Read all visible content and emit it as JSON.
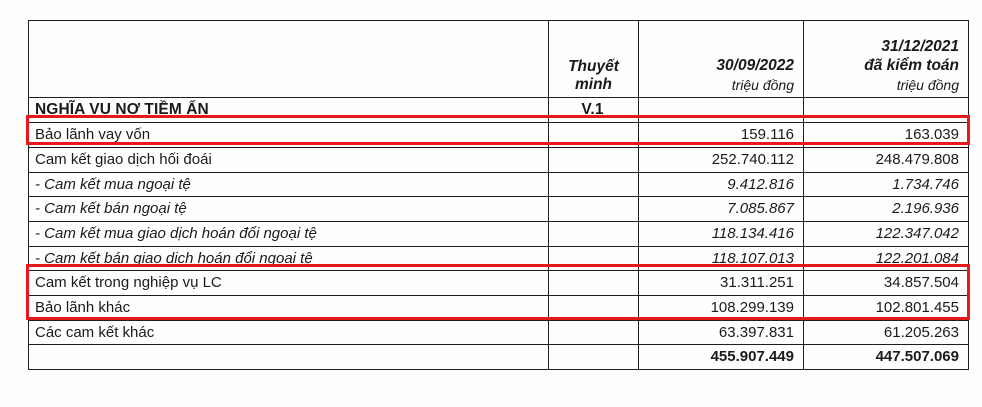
{
  "table": {
    "headers": {
      "label_col": "",
      "note_col": [
        "Thuyết",
        "minh"
      ],
      "col1_date": "30/09/2022",
      "col1_unit": "triệu đồng",
      "col2_date_line1": "31/12/2021",
      "col2_date_line2": "đã kiểm toán",
      "col2_unit": "triệu đồng"
    },
    "rows": [
      {
        "label": "NGHĨA VỤ NỢ TIỀM ẨN",
        "note": "V.1",
        "v1": "",
        "v2": "",
        "style": "title"
      },
      {
        "label": "Bảo lãnh vay vốn",
        "note": "",
        "v1": "159.116",
        "v2": "163.039",
        "style": "normal"
      },
      {
        "label": "Cam kết giao dịch hối đoái",
        "note": "",
        "v1": "252.740.112",
        "v2": "248.479.808",
        "style": "normal"
      },
      {
        "label": "-  Cam kết mua ngoại tệ",
        "note": "",
        "v1": "9.412.816",
        "v2": "1.734.746",
        "style": "italic"
      },
      {
        "label": "-  Cam kết bán ngoại tệ",
        "note": "",
        "v1": "7.085.867",
        "v2": "2.196.936",
        "style": "italic"
      },
      {
        "label": "-  Cam kết mua giao dịch hoán đổi ngoại tệ",
        "note": "",
        "v1": "118.134.416",
        "v2": "122.347.042",
        "style": "italic"
      },
      {
        "label": "-  Cam kết bán giao dịch hoán đổi ngoại tệ",
        "note": "",
        "v1": "118.107.013",
        "v2": "122.201.084",
        "style": "italic"
      },
      {
        "label": "Cam kết trong nghiệp vụ LC",
        "note": "",
        "v1": "31.311.251",
        "v2": "34.857.504",
        "style": "normal"
      },
      {
        "label": "Bảo lãnh khác",
        "note": "",
        "v1": "108.299.139",
        "v2": "102.801.455",
        "style": "normal"
      },
      {
        "label": "Các cam kết khác",
        "note": "",
        "v1": "63.397.831",
        "v2": "61.205.263",
        "style": "normal"
      },
      {
        "label": "",
        "note": "",
        "v1": "455.907.449",
        "v2": "447.507.069",
        "style": "total"
      }
    ]
  },
  "annotations": {
    "highlight_color": "#e8171b",
    "boxes": [
      {
        "name": "highlight-bao-lanh-vay-von"
      },
      {
        "name": "highlight-lc-va-bao-lanh-khac"
      }
    ]
  }
}
